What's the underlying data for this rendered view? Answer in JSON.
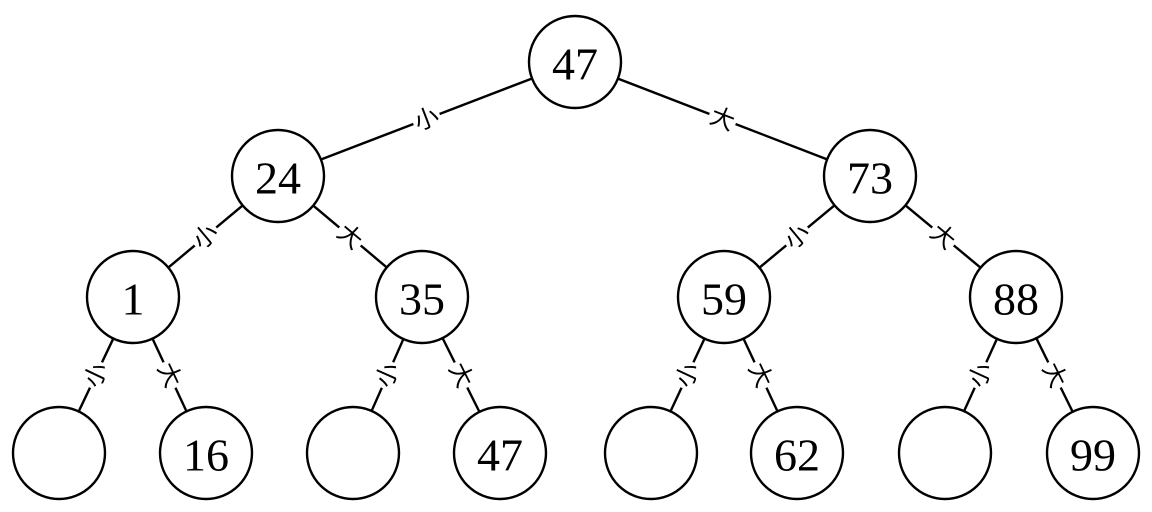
{
  "tree": {
    "nodes": [
      {
        "id": "n0",
        "value": "47"
      },
      {
        "id": "n1",
        "value": "24"
      },
      {
        "id": "n2",
        "value": "73"
      },
      {
        "id": "n3",
        "value": "1"
      },
      {
        "id": "n4",
        "value": "35"
      },
      {
        "id": "n5",
        "value": "59"
      },
      {
        "id": "n6",
        "value": "88"
      },
      {
        "id": "n7",
        "value": ""
      },
      {
        "id": "n8",
        "value": "16"
      },
      {
        "id": "n9",
        "value": ""
      },
      {
        "id": "n10",
        "value": "47"
      },
      {
        "id": "n11",
        "value": ""
      },
      {
        "id": "n12",
        "value": "62"
      },
      {
        "id": "n13",
        "value": ""
      },
      {
        "id": "n14",
        "value": "99"
      }
    ],
    "edges": [
      {
        "from": "n0",
        "to": "n1",
        "label": "小"
      },
      {
        "from": "n0",
        "to": "n2",
        "label": "大"
      },
      {
        "from": "n1",
        "to": "n3",
        "label": "小"
      },
      {
        "from": "n1",
        "to": "n4",
        "label": "大"
      },
      {
        "from": "n2",
        "to": "n5",
        "label": "小"
      },
      {
        "from": "n2",
        "to": "n6",
        "label": "大"
      },
      {
        "from": "n3",
        "to": "n7",
        "label": "小"
      },
      {
        "from": "n3",
        "to": "n8",
        "label": "大"
      },
      {
        "from": "n4",
        "to": "n9",
        "label": "小"
      },
      {
        "from": "n4",
        "to": "n10",
        "label": "大"
      },
      {
        "from": "n5",
        "to": "n11",
        "label": "小"
      },
      {
        "from": "n5",
        "to": "n12",
        "label": "大"
      },
      {
        "from": "n6",
        "to": "n13",
        "label": "小"
      },
      {
        "from": "n6",
        "to": "n14",
        "label": "大"
      }
    ]
  }
}
